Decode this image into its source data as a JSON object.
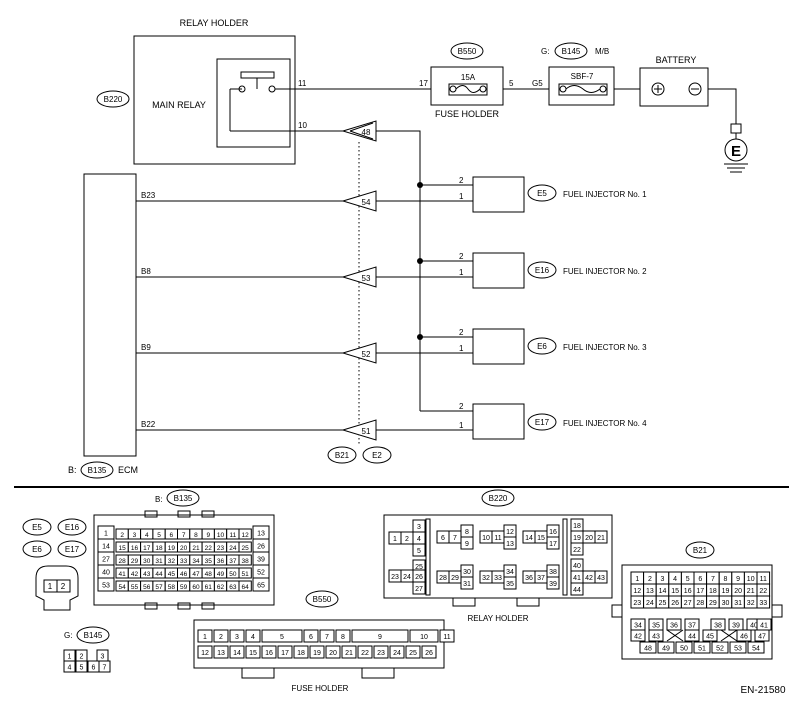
{
  "labels": {
    "relay_holder": "RELAY HOLDER",
    "main_relay": "MAIN RELAY",
    "fuse_holder": "FUSE HOLDER",
    "fuse_rating": "15A",
    "sbf": "SBF-7",
    "battery": "BATTERY",
    "mb": "M/B",
    "g_prefix": "G:",
    "b_prefix": "B:",
    "ecm": "ECM",
    "earth": "E",
    "doc_id": "EN-21580"
  },
  "connectors": {
    "b220": "B220",
    "b550": "B550",
    "b145": "B145",
    "b135": "B135",
    "b21": "B21",
    "e2": "E2",
    "e5": "E5",
    "e6": "E6",
    "e16": "E16",
    "e17": "E17"
  },
  "pins": {
    "p11": "11",
    "p10": "10",
    "p17": "17",
    "p5": "5",
    "g5": "G5",
    "p48": "48",
    "p54": "54",
    "p53": "53",
    "p52": "52",
    "p51": "51",
    "b23": "B23",
    "b8": "B8",
    "b9": "B9",
    "b22": "B22",
    "i1a": "2",
    "i1b": "1",
    "i2a": "2",
    "i2b": "1",
    "i3a": "2",
    "i3b": "1",
    "i4a": "2",
    "i4b": "1"
  },
  "injectors": {
    "inj1": "FUEL INJECTOR No. 1",
    "inj2": "FUEL INJECTOR No. 2",
    "inj3": "FUEL INJECTOR No. 3",
    "inj4": "FUEL INJECTOR No. 4"
  },
  "pinout_b135": {
    "left": [
      "1",
      "14",
      "27",
      "40",
      "53"
    ],
    "right": [
      "13",
      "26",
      "39",
      "52",
      "65"
    ],
    "rows": [
      [
        "2",
        "3",
        "4",
        "5",
        "6",
        "7",
        "8",
        "9",
        "10",
        "11",
        "12"
      ],
      [
        "15",
        "16",
        "17",
        "18",
        "19",
        "20",
        "21",
        "22",
        "23",
        "24",
        "25"
      ],
      [
        "28",
        "29",
        "30",
        "31",
        "32",
        "33",
        "34",
        "35",
        "36",
        "37",
        "38"
      ],
      [
        "41",
        "42",
        "43",
        "44",
        "45",
        "46",
        "47",
        "48",
        "49",
        "50",
        "51"
      ],
      [
        "54",
        "55",
        "56",
        "57",
        "58",
        "59",
        "60",
        "61",
        "62",
        "63",
        "64"
      ]
    ]
  },
  "pinout_b220": {
    "c1": [
      "3",
      "1",
      "2",
      "4",
      "5",
      "25",
      "23",
      "24",
      "26",
      "27"
    ],
    "c2": [
      "6",
      "7",
      "8",
      "9",
      "28",
      "29",
      "30",
      "31"
    ],
    "c3": [
      "10",
      "11",
      "12",
      "13",
      "32",
      "33",
      "34",
      "35"
    ],
    "c4": [
      "14",
      "15",
      "16",
      "17",
      "36",
      "37",
      "38",
      "39"
    ],
    "c5": [
      "18",
      "19",
      "20",
      "21",
      "22",
      "40",
      "41",
      "42",
      "43",
      "44"
    ]
  },
  "pinout_b21": {
    "row1": [
      "1",
      "2",
      "3",
      "4",
      "5",
      "6",
      "7",
      "8",
      "9",
      "10",
      "11"
    ],
    "row2": [
      "12",
      "13",
      "14",
      "15",
      "16",
      "17",
      "18",
      "19",
      "20",
      "21",
      "22"
    ],
    "row3": [
      "23",
      "24",
      "25",
      "26",
      "27",
      "28",
      "29",
      "30",
      "31",
      "32",
      "33"
    ],
    "row4": [
      "34",
      "35",
      "36",
      "37",
      "38",
      "39",
      "40",
      "41"
    ],
    "row5": [
      "42",
      "43",
      "44",
      "45",
      "46",
      "47"
    ],
    "row6": [
      "48",
      "49",
      "50",
      "51",
      "52",
      "53",
      "54"
    ]
  },
  "pinout_b550": {
    "top": [
      "1",
      "2",
      "3",
      "4",
      "5",
      "6",
      "7",
      "8",
      "9",
      "10",
      "11"
    ],
    "bottom": [
      "12",
      "13",
      "14",
      "15",
      "16",
      "17",
      "18",
      "19",
      "20",
      "21",
      "22",
      "23",
      "24",
      "25",
      "26"
    ]
  },
  "pinout_b145": [
    "1",
    "2",
    "3",
    "4",
    "5",
    "6",
    "7"
  ],
  "pinout_e": [
    "1",
    "2"
  ]
}
